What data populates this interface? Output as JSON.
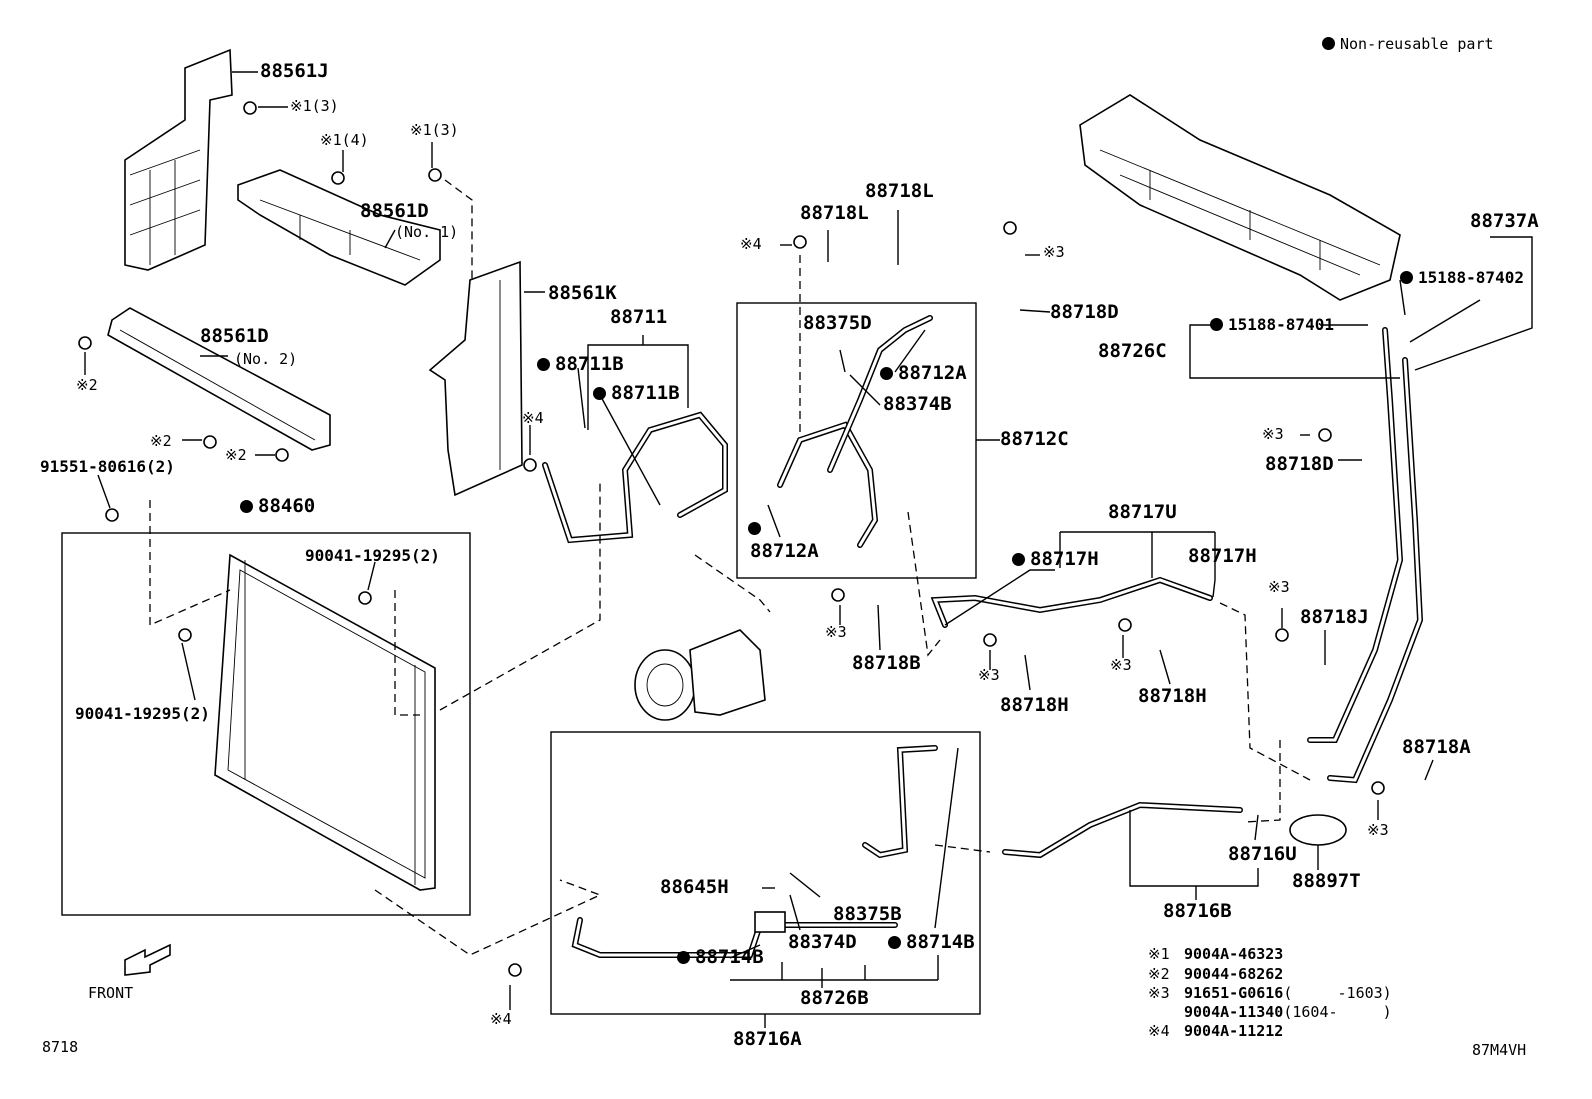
{
  "header": {
    "note_symbol": "●",
    "note_text": "Non-reusable part"
  },
  "labels": {
    "p88561J": "88561J",
    "s1_3_a": "※1(3)",
    "s1_4": "※1(4)",
    "s1_3_b": "※1(3)",
    "p88561D_1": "88561D",
    "p88561D_1_sub": "(No. 1)",
    "p88561K": "88561K",
    "p88561D_2": "88561D",
    "p88561D_2_sub": "(No. 2)",
    "s2_a": "※2",
    "s2_b": "※2",
    "s2_c": "※2",
    "p91551": "91551-80616(2)",
    "p88460": "88460",
    "p90041_a": "90041-19295(2)",
    "p90041_b": "90041-19295(2)",
    "p88711": "88711",
    "p88711B_a": "88711B",
    "p88711B_b": "88711B",
    "s4_a": "※4",
    "s4_b": "※4",
    "s4_c": "※4",
    "p88718L_a": "88718L",
    "p88718L_b": "88718L",
    "p88375D": "88375D",
    "p88712A_a": "88712A",
    "p88374B": "88374B",
    "p88712C": "88712C",
    "p88712A_b": "88712A",
    "s3_a": "※3",
    "p88718D_a": "88718D",
    "p88737A": "88737A",
    "p15188_87402": "15188-87402",
    "p15188_87401": "15188-87401",
    "p88726C": "88726C",
    "s3_b": "※3",
    "p88718D_b": "88718D",
    "p88717U": "88717U",
    "p88717H_a": "88717H",
    "p88717H_b": "88717H",
    "s3_c": "※3",
    "p88718B": "88718B",
    "s3_d": "※3",
    "p88718H_a": "88718H",
    "s3_e": "※3",
    "p88718H_b": "88718H",
    "s3_f": "※3",
    "p88718J": "88718J",
    "p88718A": "88718A",
    "s3_g": "※3",
    "p88716U": "88716U",
    "p88897T": "88897T",
    "p88716B": "88716B",
    "p88645H": "88645H",
    "p88375B": "88375B",
    "p88374D": "88374D",
    "p88714B_a": "88714B",
    "p88714B_b": "88714B",
    "p88726B": "88726B",
    "p88716A": "88716A",
    "front": "FRONT",
    "fig_no": "8718",
    "code": "87M4VH"
  },
  "legend": [
    {
      "mark": "※1",
      "part": "9004A-46323",
      "note": ""
    },
    {
      "mark": "※2",
      "part": "90044-68262",
      "note": ""
    },
    {
      "mark": "※3",
      "part": "91651-G0616",
      "note": "(     -1603)"
    },
    {
      "mark": "",
      "part": "9004A-11340",
      "note": "(1604-     )"
    },
    {
      "mark": "※4",
      "part": "9004A-11212",
      "note": ""
    }
  ]
}
